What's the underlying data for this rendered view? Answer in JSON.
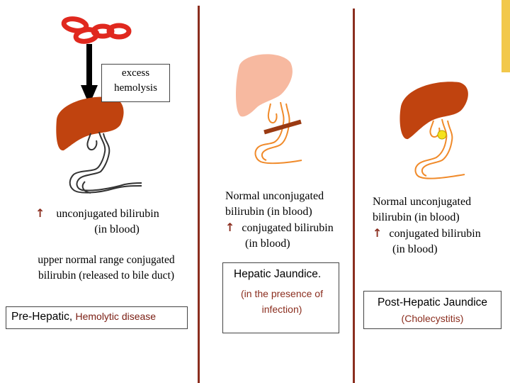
{
  "colors": {
    "divider": "#8b2e1f",
    "accent": "#f2c84b",
    "liver_dark": "#c0430f",
    "liver_pale": "#f7b9a0",
    "rbc": "#e0281e",
    "duct": "#f08a2a",
    "blockage": "#9a3a12",
    "stone": "#f5e21c",
    "subtext": "#8b2e1f"
  },
  "panel1": {
    "box_line1": "excess",
    "box_line2": "hemolysis",
    "up_arrow": "↑",
    "uncon_line1": "unconjugated bilirubin",
    "uncon_line2": "(in blood)",
    "upper_line1": "upper normal range conjugated",
    "upper_line2": "bilirubin (released to bile duct)",
    "caption_main": "Pre-Hepatic,",
    "caption_sub": "Hemolytic disease"
  },
  "panel2": {
    "line1": "Normal  unconjugated",
    "line2": "bilirubin (in blood)",
    "up_arrow": "↑",
    "line3": "conjugated bilirubin",
    "line4": "(in blood)",
    "caption_main": "Hepatic Jaundice.",
    "caption_sub1": "(in the presence of",
    "caption_sub2": "infection)"
  },
  "panel3": {
    "line1": "Normal  unconjugated",
    "line2": "bilirubin (in blood)",
    "up_arrow": "↑",
    "line3": "conjugated bilirubin",
    "line4": "(in blood)",
    "caption_main": "Post-Hepatic Jaundice",
    "caption_sub": "(Cholecystitis)"
  }
}
